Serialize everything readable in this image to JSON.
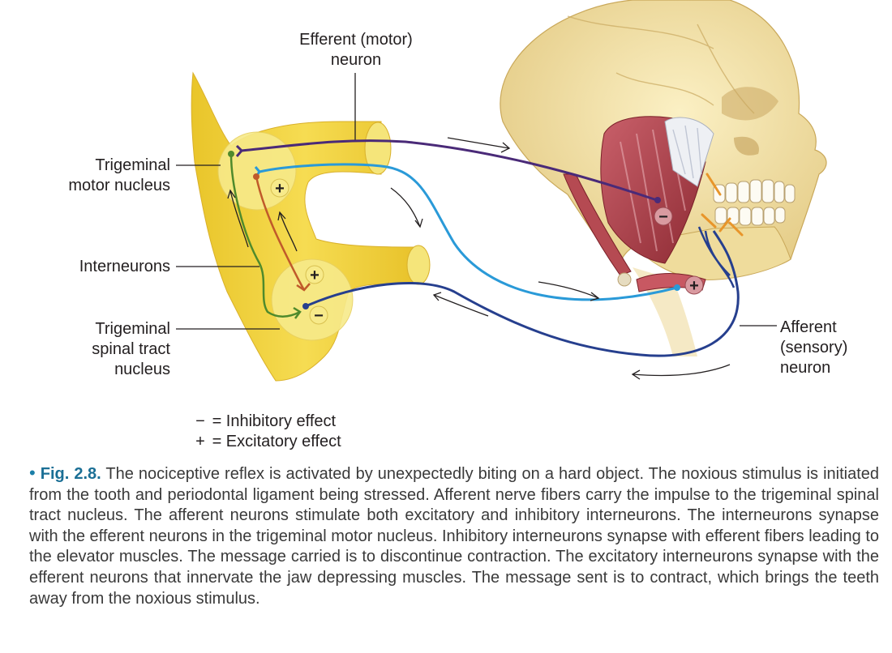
{
  "labels": {
    "efferent": [
      "Efferent (motor)",
      "neuron"
    ],
    "trigeminal_motor": [
      "Trigeminal",
      "motor nucleus"
    ],
    "interneurons": [
      "Interneurons"
    ],
    "trigeminal_spinal": [
      "Trigeminal",
      "spinal tract",
      "nucleus"
    ],
    "afferent": [
      "Afferent",
      "(sensory)",
      "neuron"
    ]
  },
  "signs": {
    "plus": "+",
    "minus": "−"
  },
  "legend": [
    {
      "symbol": "−",
      "text": "= Inhibitory effect"
    },
    {
      "symbol": "+",
      "text": "= Excitatory effect"
    }
  ],
  "caption": {
    "figure_number": "Fig. 2.8.",
    "text": "The nociceptive reflex is activated by unexpectedly biting on a hard object. The noxious stimulus is initiated from the tooth and periodontal ligament being stressed. Afferent nerve fibers carry the impulse to the trigeminal spinal tract nucleus. The afferent neurons stimulate both excitatory and inhibitory interneurons. The interneurons synapse with the efferent neurons in the trigeminal motor nucleus. Inhibitory interneurons synapse with efferent fibers leading to the elevator muscles. The message carried is to discontinue contraction. The excitatory interneurons synapse with the efferent neurons that innervate the jaw depressing muscles. The message sent is to contract, which brings the teeth away from the noxious stimulus."
  },
  "colors": {
    "brainstem": "#f2d23c",
    "nucleus": "#f7ea8a",
    "efferent_motor": "#4a2a78",
    "efferent_depressor": "#2a9ad8",
    "afferent": "#263f8e",
    "inhibitory_interneuron": "#4f8a2c",
    "excitatory_interneuron": "#c05a2a",
    "skull": "#f2e2a4",
    "muscle": "#b8454c",
    "badge": "#d99aa0"
  }
}
